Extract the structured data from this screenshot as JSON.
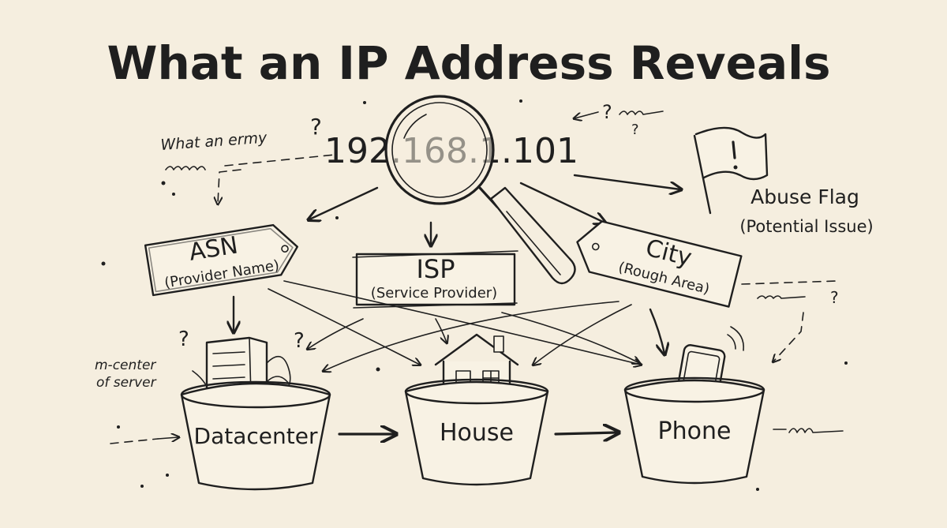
{
  "title": "What an IP Address Reveals",
  "ip_address": "192.168.1.101",
  "nodes": {
    "asn": {
      "label": "ASN",
      "sub": "(Provider Name)"
    },
    "isp": {
      "label": "ISP",
      "sub": "(Service Provider)"
    },
    "city": {
      "label": "City",
      "sub": "(Rough Area)"
    },
    "abuse": {
      "label": "Abuse Flag",
      "sub": "(Potential Issue)"
    }
  },
  "buckets": {
    "datacenter": "Datacenter",
    "house": "House",
    "phone": "Phone"
  },
  "notes": {
    "top_left": "What an ermy",
    "server": "m-center",
    "server_line2": "of server",
    "question": "?"
  },
  "colors": {
    "ink": "#1f1f1f",
    "paper": "#f5eedf"
  }
}
